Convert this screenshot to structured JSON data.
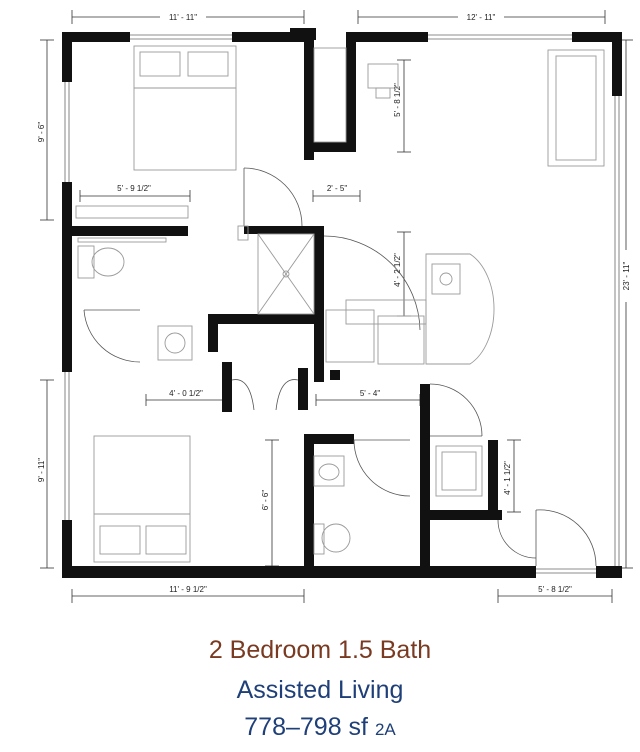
{
  "dimensions": {
    "top_left": "11' - 11\"",
    "top_right": "12' - 11\"",
    "left_upper": "9' - 6\"",
    "left_lower": "9' - 11\"",
    "right_overall": "23' - 11\"",
    "bedroom_closet_width": "5' - 9 1/2\"",
    "closet_depth": "5' - 8 1/2\"",
    "hall_opening": "2' - 5\"",
    "shower_depth": "4' - 2 1/2\"",
    "half_bath_width": "4' - 0 1/2\"",
    "kitchen_opening": "5' - 4\"",
    "bedroom2_depth": "6' - 6\"",
    "laundry_depth": "4' - 1 1/2\"",
    "bottom_left": "11' - 9 1/2\"",
    "bottom_right": "5' - 8 1/2\""
  },
  "caption": {
    "line1": "2 Bedroom 1.5 Bath",
    "line2": "Assisted Living",
    "line3": "778–798 sf",
    "code": "2A"
  },
  "colors": {
    "wall": "#111111",
    "fixture": "#9a9a9a",
    "title_brown": "#7a3a22",
    "title_blue": "#1f3f78"
  }
}
